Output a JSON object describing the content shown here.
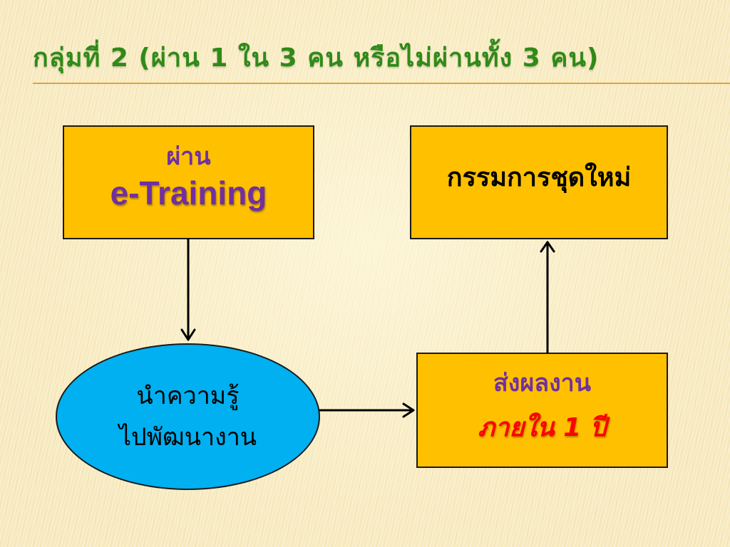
{
  "slide": {
    "title": "กลุ่มที่ 2 (ผ่าน 1 ใน 3 คน หรือไม่ผ่านทั้ง 3 คน)"
  },
  "diagram": {
    "etraining_box": {
      "line1": "ผ่าน",
      "line2": "e-Training"
    },
    "committee_box": {
      "label": "กรรมการชุดใหม่"
    },
    "knowledge_ellipse": {
      "line1": "นำความรู้",
      "line2": "ไปพัฒนางาน"
    },
    "submit_box": {
      "line1": "ส่งผลงาน",
      "line2": "ภายใน 1 ปี"
    }
  },
  "colors": {
    "title": "#2f8a17",
    "box_fill": "#ffc000",
    "ellipse_fill": "#00b0f0",
    "purple_text": "#7030a0",
    "red_text": "#ff0000",
    "rule": "#e2a33a"
  }
}
